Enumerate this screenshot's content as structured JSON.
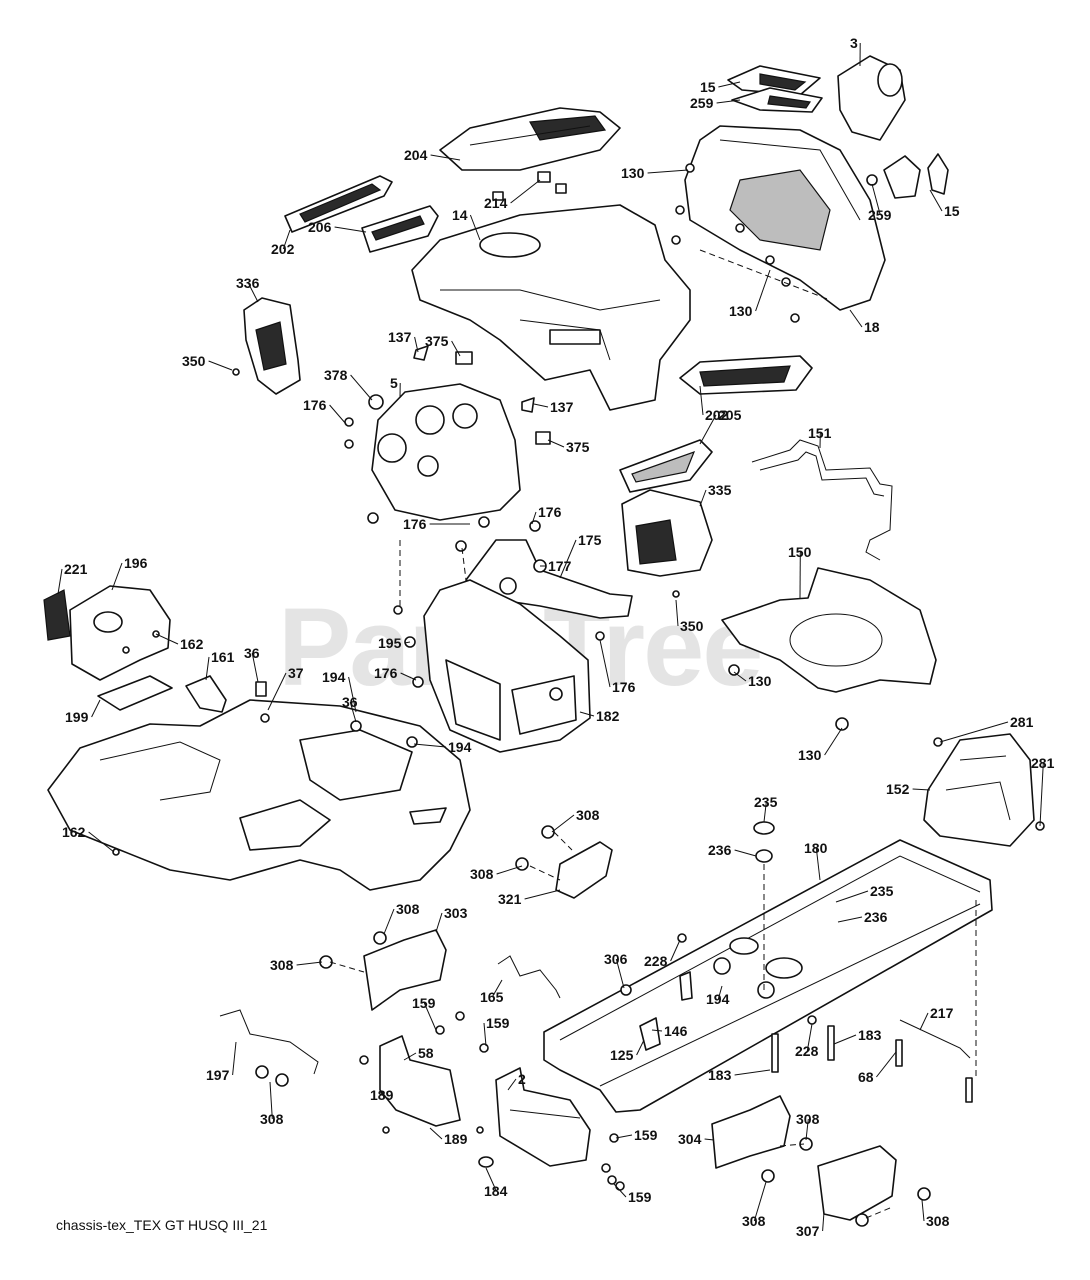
{
  "watermark": {
    "text": "PartsTree",
    "trademark": "™"
  },
  "caption": "chassis-tex_TEX GT HUSQ III_21",
  "labels": [
    "3",
    "15",
    "259",
    "204",
    "214",
    "130",
    "259",
    "15",
    "202",
    "206",
    "14",
    "130",
    "18",
    "336",
    "350",
    "137",
    "375",
    "378",
    "5",
    "137",
    "176",
    "375",
    "202",
    "205",
    "151",
    "176",
    "176",
    "335",
    "175",
    "177",
    "221",
    "196",
    "150",
    "162",
    "161",
    "36",
    "37",
    "194",
    "36",
    "195",
    "176",
    "350",
    "130",
    "176",
    "199",
    "182",
    "194",
    "130",
    "281",
    "281",
    "152",
    "162",
    "235",
    "308",
    "236",
    "180",
    "308",
    "321",
    "235",
    "236",
    "308",
    "303",
    "308",
    "228",
    "306",
    "165",
    "194",
    "159",
    "159",
    "58",
    "146",
    "228",
    "183",
    "217",
    "125",
    "183",
    "68",
    "197",
    "189",
    "2",
    "308",
    "308",
    "159",
    "304",
    "189",
    "184",
    "159",
    "308",
    "307",
    "308"
  ]
}
